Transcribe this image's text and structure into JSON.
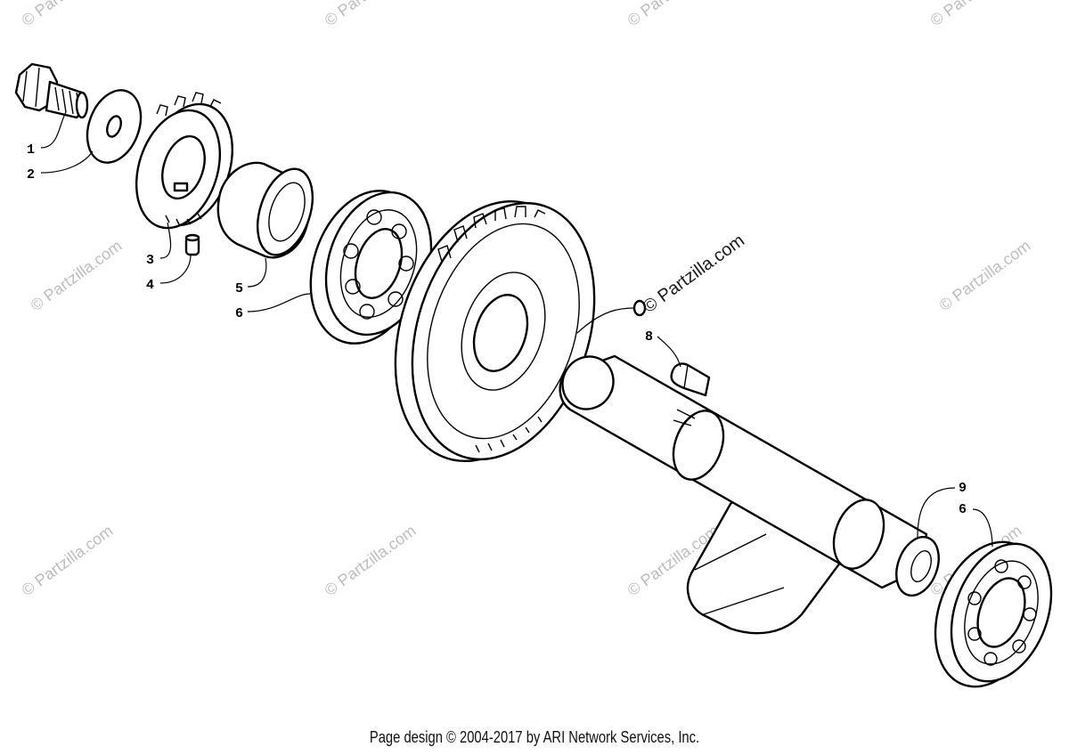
{
  "callouts": [
    {
      "id": "1",
      "label": "1"
    },
    {
      "id": "2",
      "label": "2"
    },
    {
      "id": "3",
      "label": "3"
    },
    {
      "id": "4",
      "label": "4"
    },
    {
      "id": "5",
      "label": "5"
    },
    {
      "id": "6a",
      "label": "6"
    },
    {
      "id": "8",
      "label": "8"
    },
    {
      "id": "9",
      "label": "9"
    },
    {
      "id": "6b",
      "label": "6"
    }
  ],
  "watermark": {
    "text": "© Partzilla.com",
    "featured": "© Partzilla.com"
  },
  "footer": {
    "copyright": "Page design © 2004-2017 by ARI Network Services, Inc."
  }
}
